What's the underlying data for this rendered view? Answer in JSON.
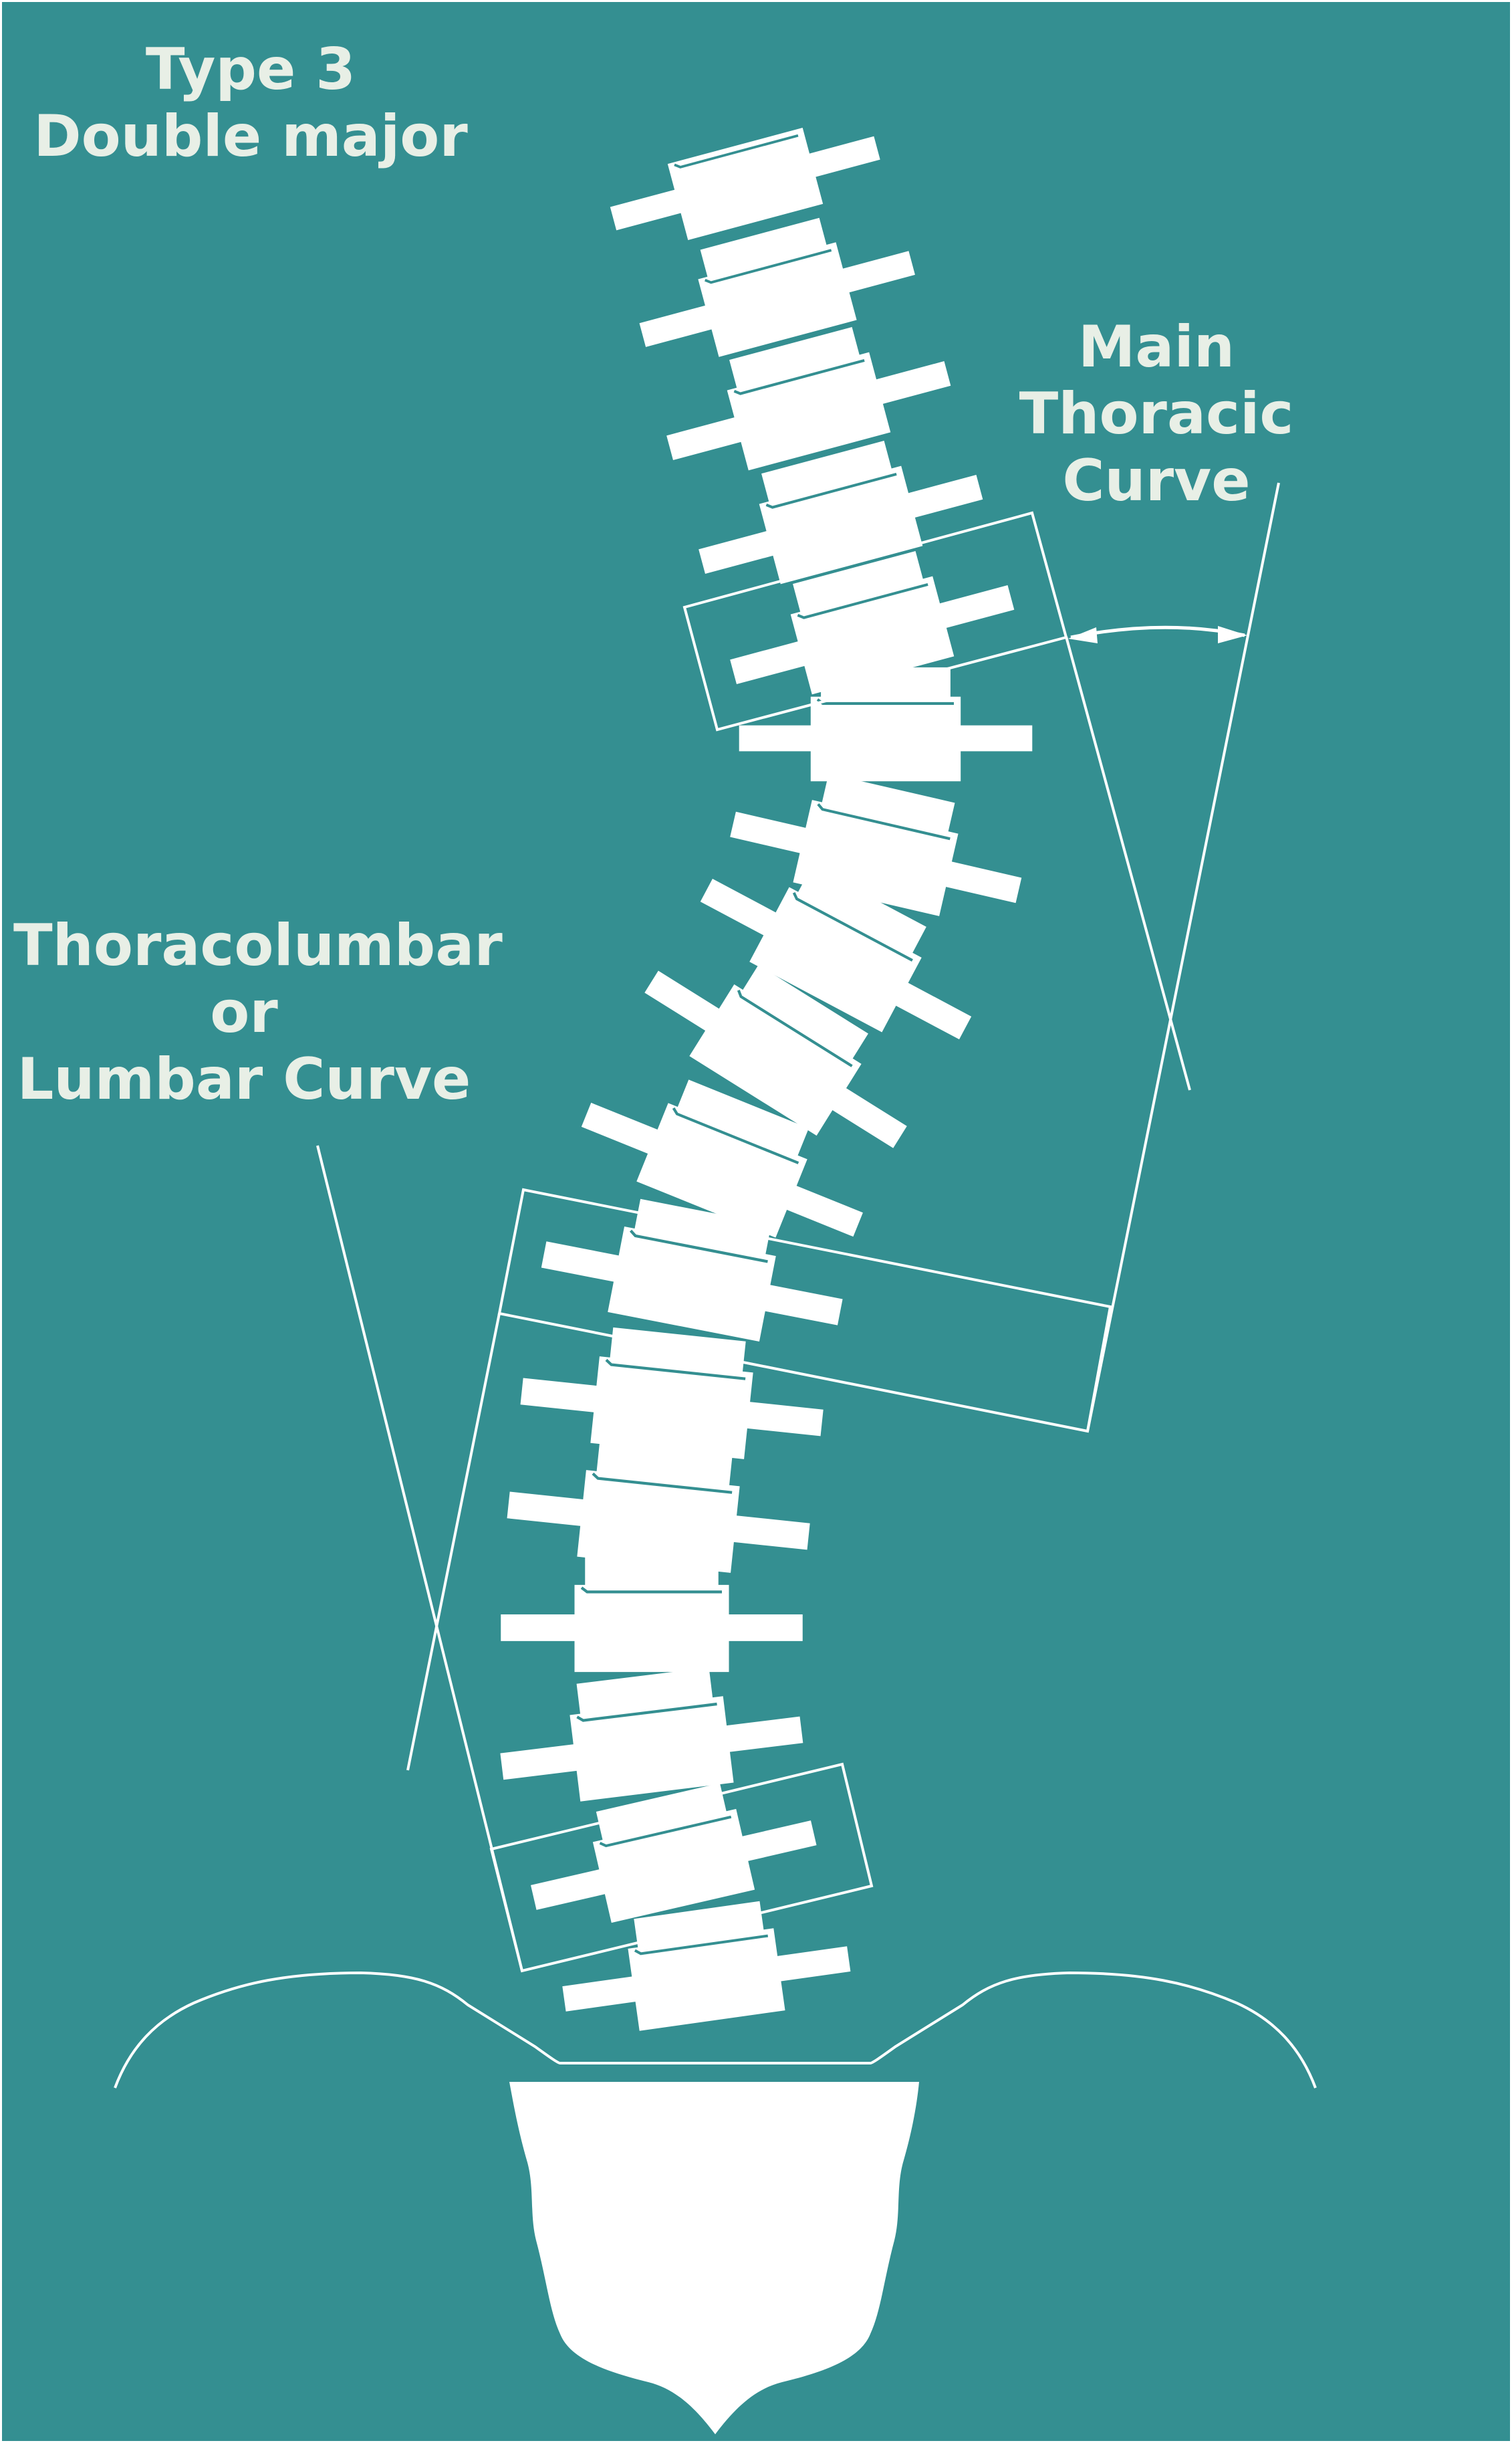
{
  "diagram": {
    "title": {
      "line1": "Type 3",
      "line2": "Double major"
    },
    "upper_curve_label": {
      "line1": "Main",
      "line2": "Thoracic",
      "line3": "Curve"
    },
    "lower_curve_label": {
      "line1": "Thoracolumbar",
      "line2": "or",
      "line3": "Lumbar Curve"
    }
  },
  "colors": {
    "background": "#348f91",
    "bone": "#ffffff",
    "text": "#e8efe6",
    "lines": "#ffffff"
  },
  "icons": [
    "spine-vertebra-icon",
    "pelvis-icon",
    "sacrum-icon",
    "angle-arrow-icon"
  ]
}
